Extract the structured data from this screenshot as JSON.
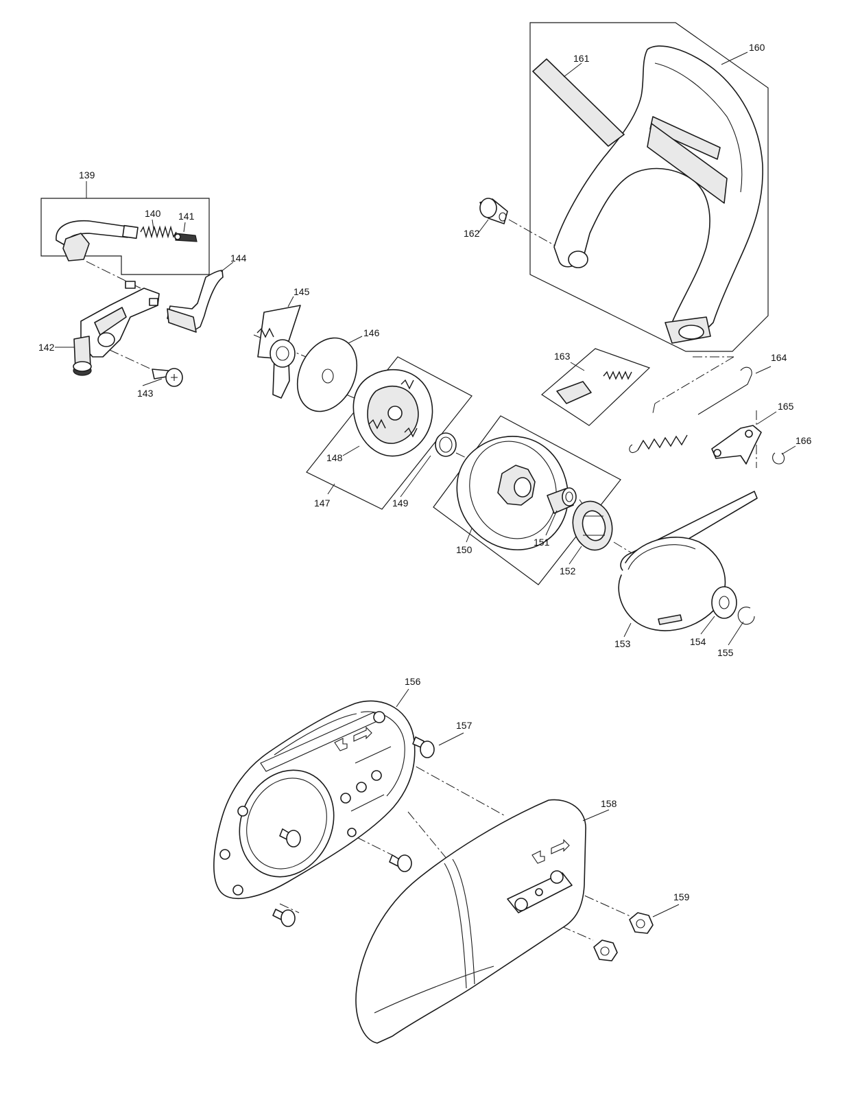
{
  "diagram": {
    "callouts": [
      "139",
      "140",
      "141",
      "142",
      "143",
      "144",
      "145",
      "146",
      "147",
      "148",
      "149",
      "150",
      "151",
      "152",
      "153",
      "154",
      "155",
      "156",
      "157",
      "158",
      "159",
      "160",
      "161",
      "162",
      "163",
      "164",
      "165",
      "166"
    ]
  },
  "colors": {
    "ink": "#1a1a1a",
    "paper": "#ffffff",
    "shade": "#e9e9e9"
  }
}
